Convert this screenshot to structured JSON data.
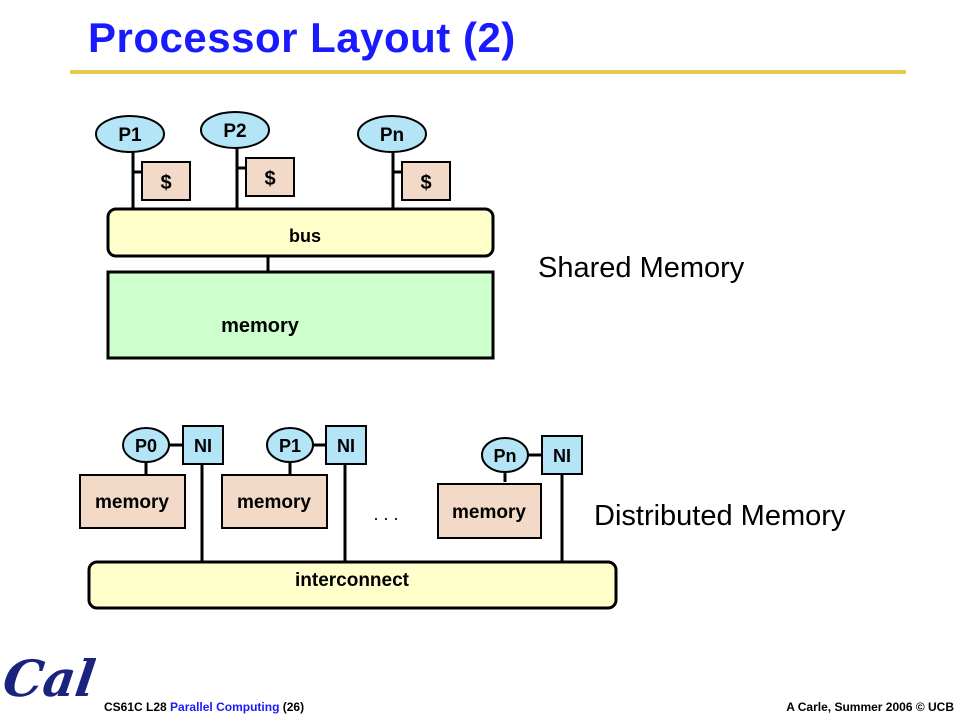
{
  "title": "Processor Layout (2)",
  "shared": {
    "processors": [
      {
        "label": "P1",
        "cache": "$"
      },
      {
        "label": "P2",
        "cache": "$"
      },
      {
        "label": "Pn",
        "cache": "$"
      }
    ],
    "bus": "bus",
    "memory": "memory",
    "caption": "Shared Memory"
  },
  "distributed": {
    "nodes": [
      {
        "proc": "P0",
        "ni": "NI",
        "memory": "memory"
      },
      {
        "proc": "P1",
        "ni": "NI",
        "memory": "memory"
      },
      {
        "proc": "Pn",
        "ni": "NI",
        "memory": "memory"
      }
    ],
    "ellipsis": ". . .",
    "interconnect": "interconnect",
    "caption": "Distributed Memory"
  },
  "footer": {
    "course": "CS61C L28",
    "topic": "Parallel Computing",
    "slide": "(26)",
    "credit": "A Carle, Summer 2006 © UCB"
  },
  "logo": {
    "text": "Cal"
  },
  "colors": {
    "title": "#1a1aff",
    "rule": "#e8c84a",
    "proc": "#b3e5f7",
    "cache": "#f2d9c8",
    "bus": "#ffffcc",
    "memory": "#ccffcc",
    "ni": "#b3e5f7",
    "node_memory": "#f2d9c8",
    "logo": "#1a237e"
  }
}
